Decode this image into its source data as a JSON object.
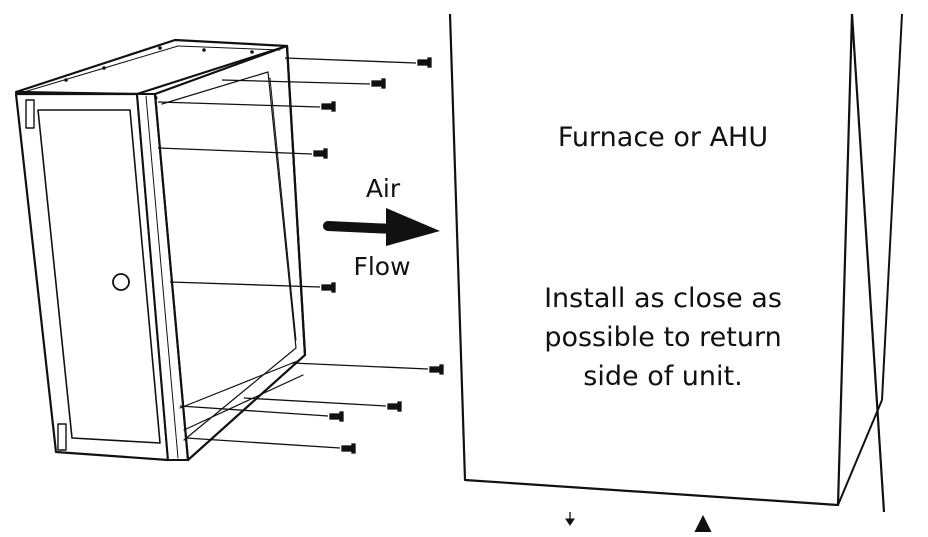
{
  "labels": {
    "air": "Air",
    "flow": "Flow",
    "unit_title": "Furnace or AHU",
    "install_line1": "Install as close as",
    "install_line2": "possible to return",
    "install_line3": "side of unit."
  },
  "colors": {
    "line": "#111111",
    "background": "#ffffff"
  },
  "icons": [
    "cabinet-handle-icon",
    "airflow-arrow-icon",
    "screw-icon"
  ]
}
